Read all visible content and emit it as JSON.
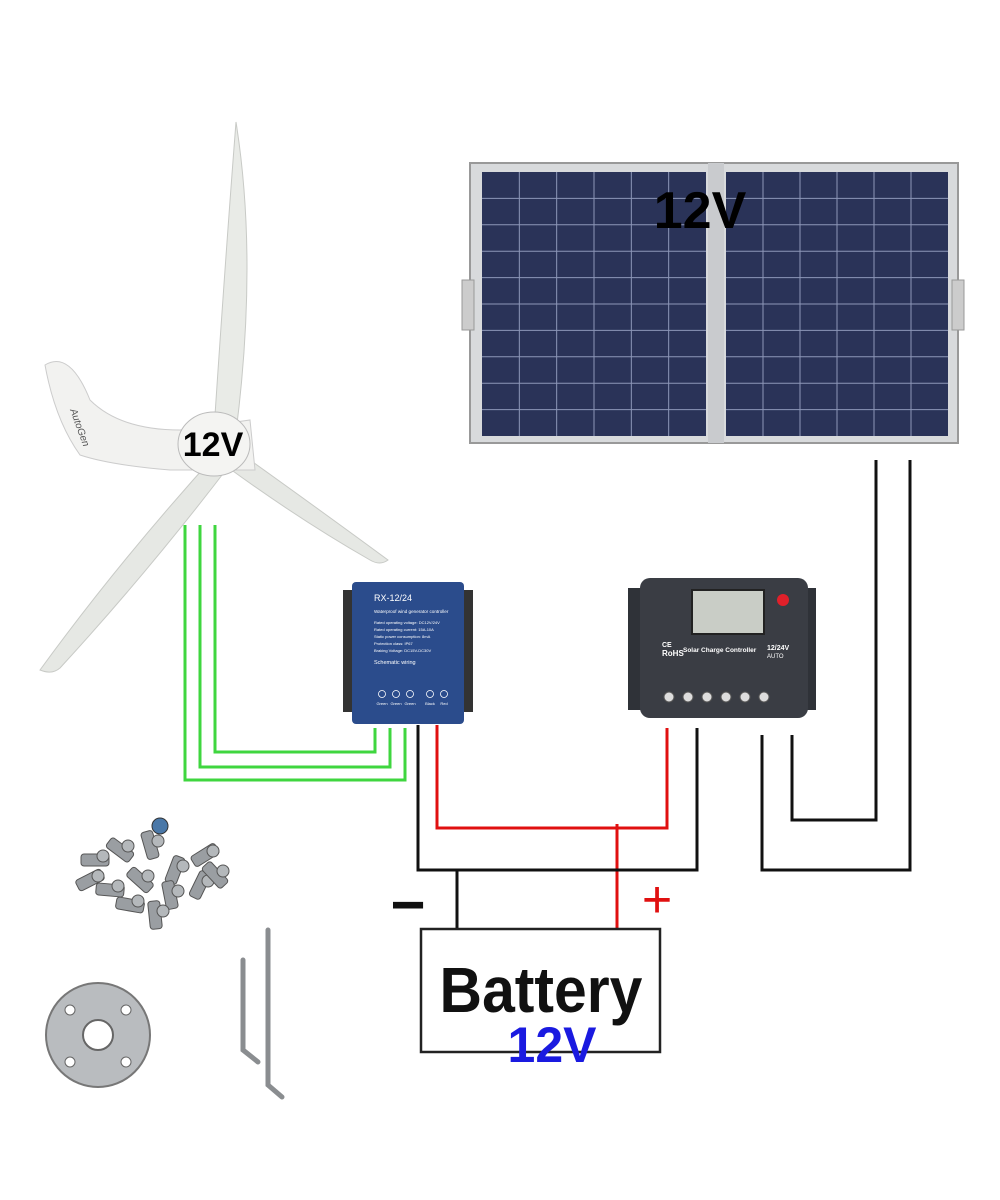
{
  "turbine": {
    "voltage_label": "12V",
    "brand_logo": "AutoGen"
  },
  "solar_panel": {
    "voltage_label": "12V"
  },
  "wind_controller": {
    "model": "RX-12/24",
    "subtitle": "Waterproof wind generator controller",
    "specs": [
      "Rated operating voltage: DC12V/24V",
      "Rated operating current: 15A-10A",
      "Static power consumption: 8mA",
      "Protection class: IP67",
      "Braking Voltage: DC15V-DC30V"
    ],
    "schematic_title": "Schematic wiring",
    "terminals": [
      "Green",
      "Green",
      "Green",
      "Black",
      "Red"
    ],
    "color": "#2b4c8c"
  },
  "solar_controller": {
    "cert_ce": "CE",
    "cert_rohs": "RoHS",
    "title": "Solar Charge Controller",
    "voltage": "12/24V",
    "mode": "AUTO",
    "color": "#3a3d44"
  },
  "battery": {
    "label": "Battery",
    "voltage_label": "12V",
    "voltage_color": "#1a1ae0",
    "negative_symbol": "−",
    "positive_symbol": "+"
  },
  "wire_colors": {
    "wind_phase": "#3fd63f",
    "positive": "#e01010",
    "negative": "#111111"
  }
}
